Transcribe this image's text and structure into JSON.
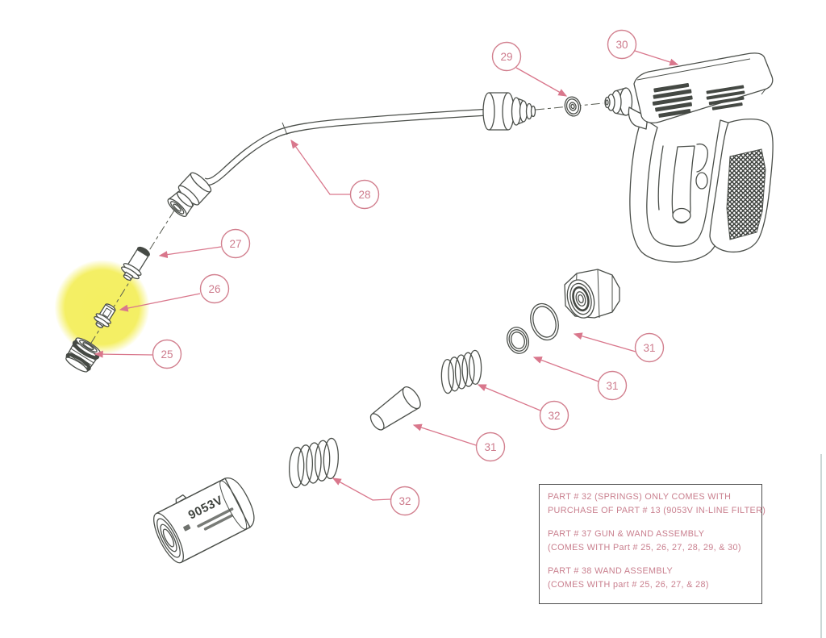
{
  "page": {
    "background": "#ffffff"
  },
  "colors": {
    "line_art": "#4b4f4a",
    "callout_pink": "#d2808f",
    "leader_pink": "#d9778c",
    "highlight_yellow": "#f3ed50",
    "note_text_pink": "#c97f8e",
    "note_box_border": "#4e4e4e"
  },
  "callouts": [
    {
      "label": "25"
    },
    {
      "label": "26"
    },
    {
      "label": "27"
    },
    {
      "label": "28"
    },
    {
      "label": "29"
    },
    {
      "label": "30"
    },
    {
      "label": "31"
    },
    {
      "label": "31"
    },
    {
      "label": "31"
    },
    {
      "label": "32"
    },
    {
      "label": "32"
    }
  ],
  "filter": {
    "label": "9053V"
  },
  "notes": {
    "lines": [
      "PART # 32 (SPRINGS) ONLY COMES WITH",
      "PURCHASE OF PART # 13 (9053V IN-LINE FILTER)",
      "",
      "PART # 37 GUN & WAND ASSEMBLY",
      "(COMES WITH Part # 25, 26, 27, 28, 29, & 30)",
      "",
      "PART # 38 WAND ASSEMBLY",
      "(COMES WITH part # 25, 26, 27, & 28)"
    ]
  }
}
